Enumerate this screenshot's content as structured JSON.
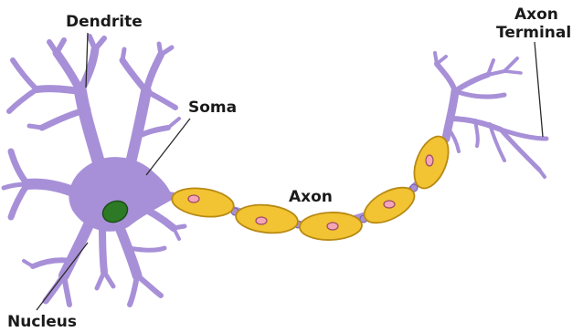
{
  "labels": {
    "dendrite": "Dendrite",
    "soma": "Soma",
    "axon": "Axon",
    "axon_terminal_line1": "Axon",
    "axon_terminal_line2": "Terminal",
    "nucleus": "Nucleus"
  },
  "colors": {
    "cell_body_fill": "#a890d8",
    "cell_body_stroke": "#6e5aa8",
    "myelin_fill": "#f2c332",
    "myelin_stroke": "#b88a14",
    "node_fill": "#a890d8",
    "schwann_nucleus_fill": "#f4a6b8",
    "schwann_nucleus_stroke": "#9c4a66",
    "nucleus_fill": "#2d7a26",
    "nucleus_stroke": "#1c4f18",
    "label_text": "#1a1a1a"
  }
}
